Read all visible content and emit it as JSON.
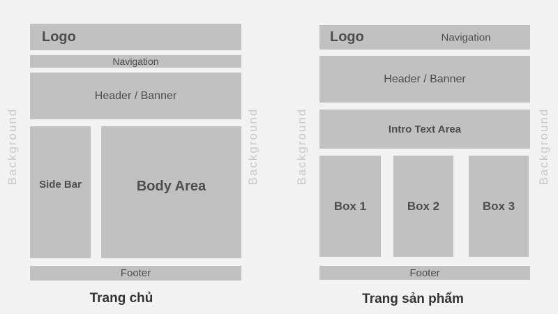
{
  "page": {
    "background_label": "Background",
    "colors": {
      "page_bg": "#f2f2f2",
      "block_fill": "#c1c1c1",
      "block_text": "#4d4d4d",
      "faded_label_text": "#c8c8c8",
      "caption_text": "#333333"
    }
  },
  "home_wireframe": {
    "caption": "Trang chủ",
    "logo_label": "Logo",
    "navigation_label": "Navigation",
    "header_label": "Header / Banner",
    "sidebar_label": "Side Bar",
    "body_label": "Body Area",
    "footer_label": "Footer"
  },
  "product_wireframe": {
    "caption": "Trang sản phẩm",
    "logo_label": "Logo",
    "navigation_label": "Navigation",
    "header_label": "Header / Banner",
    "intro_label": "Intro Text Area",
    "boxes": [
      "Box 1",
      "Box 2",
      "Box 3"
    ],
    "footer_label": "Footer"
  }
}
